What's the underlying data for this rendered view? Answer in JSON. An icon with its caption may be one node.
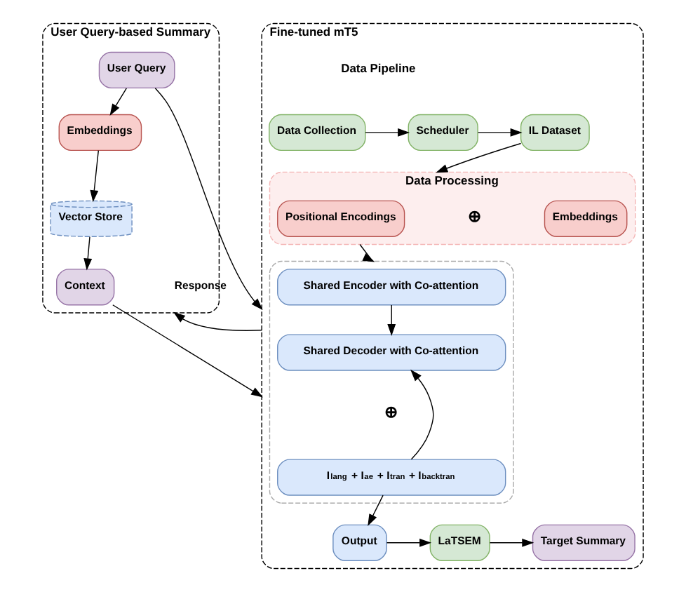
{
  "diagram": {
    "nodes": [
      {
        "text": [
          "Fine-tuned mT5"
        ]
      },
      {
        "text": [
          "Data Collection"
        ],
        "in": 0
      },
      {
        "text": [
          "Scheduler"
        ],
        "in": 0
      },
      {
        "text": [
          "IL Dataset"
        ],
        "in": 0
      },
      {
        "text": [
          "Data Processing"
        ],
        "in": 0
      },
      {
        "text": [
          "Positional Encodings"
        ],
        "in": 4
      },
      {
        "text": [
          "Embeddings"
        ],
        "in": 4
      },
      {
        "text": [],
        "shape": "box",
        "in": 0
      },
      {
        "text": [
          "Shared Encoder with Co-attention"
        ],
        "in": 7
      },
      {
        "text": [
          "Shared Decoder with Co-attention"
        ],
        "in": 7
      },
      {
        "text": [
          "I$_{lang}$ + I$_{ae}$ + I$_{tran}$ + I$_{backtran}$"
        ],
        "in": 7
      },
      {
        "text": [
          "Output"
        ],
        "in": 0
      },
      {
        "text": [
          "LaTSEM"
        ],
        "in": 0
      },
      {
        "text": [
          "Target Summary"
        ],
        "in": 0
      },
      {
        "text": [
          "User Query-based Summary"
        ]
      },
      {
        "text": [
          "User Query"
        ],
        "in": 14
      },
      {
        "text": [
          "Embeddings"
        ],
        "in": 14
      },
      {
        "text": [
          "Vector Store"
        ],
        "in": 14
      },
      {
        "text": [
          "Context"
        ],
        "in": 14
      }
    ],
    "edges": [
      {
        "from": 1,
        "to": 2,
        "arrow": "to"
      },
      {
        "from": 2,
        "to": 3,
        "arrow": "to"
      },
      {
        "from": 3,
        "to": 4,
        "arrow": "to"
      },
      {
        "from": 4,
        "to": 7,
        "arrow": "to"
      },
      {
        "from": 8,
        "to": 9,
        "arrow": "to"
      },
      {
        "from": 10,
        "to": 9,
        "arrow": "to"
      },
      {
        "from": 10,
        "to": 11,
        "arrow": "to"
      },
      {
        "from": 11,
        "to": 12,
        "arrow": "to"
      },
      {
        "from": 12,
        "to": 13,
        "arrow": "to"
      },
      {
        "from": 0,
        "to": 14,
        "arrow": "to",
        "label": "Response"
      },
      {
        "from": 15,
        "to": 0,
        "arrow": "to"
      },
      {
        "from": 15,
        "to": 16,
        "arrow": "to"
      },
      {
        "from": 16,
        "to": 17,
        "arrow": "to"
      },
      {
        "from": 17,
        "to": 18,
        "arrow": "to"
      },
      {
        "from": 18,
        "to": 0,
        "arrow": "to"
      }
    ],
    "labels": [
      "Data Pipeline",
      "⊕",
      "⊕"
    ]
  }
}
